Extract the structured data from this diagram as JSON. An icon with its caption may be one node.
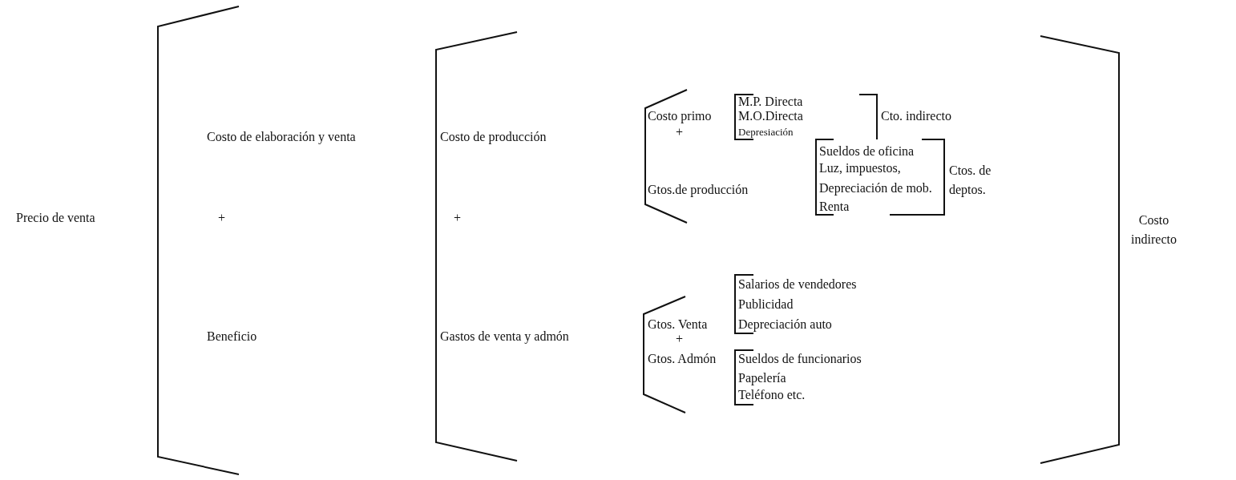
{
  "diagram": {
    "labels": [
      "Precio de venta",
      "Costo de elaboración y venta",
      "+",
      "Beneficio",
      "Costo de producción",
      "+",
      "Gastos de venta y admón",
      "M.P. Directa",
      "Costo primo",
      "M.O.Directa",
      "Cto. indirecto",
      "+",
      "Depresiación",
      "Sueldos de oficina",
      "Luz, impuestos,",
      "Gtos.de producción",
      "Ctos. de deptos.",
      "Depreciación de mob.",
      "Renta",
      "Costo indirecto",
      "Salarios de vendedores",
      "Publicidad",
      "Gtos. Venta",
      "Depreciación auto",
      "+",
      "Gtos. Admón",
      "Sueldos de funcionarios",
      "Papelería",
      "Teléfono etc."
    ]
  }
}
